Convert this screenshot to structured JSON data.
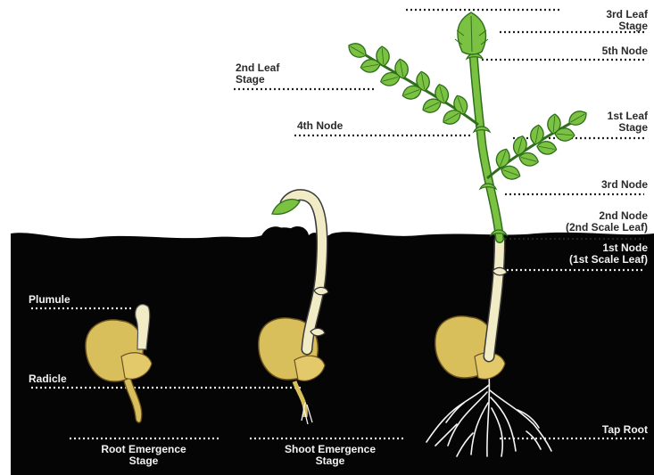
{
  "labels": {
    "third_leaf_stage": [
      "3rd Leaf",
      "Stage"
    ],
    "fifth_node": "5th Node",
    "second_leaf_stage": [
      "2nd Leaf",
      "Stage"
    ],
    "fourth_node": "4th Node",
    "first_leaf_stage": [
      "1st Leaf",
      "Stage"
    ],
    "third_node": "3rd Node",
    "second_node": [
      "2nd Node",
      "(2nd Scale Leaf)"
    ],
    "first_node": [
      "1st Node",
      "(1st Scale Leaf)"
    ],
    "plumule": "Plumule",
    "radicle": "Radicle",
    "tap_root": "Tap Root",
    "root_emergence_stage": [
      "Root Emergence",
      "Stage"
    ],
    "shoot_emergence_stage": [
      "Shoot Emergence",
      "Stage"
    ]
  },
  "colors": {
    "soil": "#050505",
    "seed": "#d9bf5c",
    "stem": "#f1ecc6",
    "leaf": "#7cc242",
    "leaf_edge": "#2f6e1c",
    "root": "#f4f4f4",
    "dark_text": "#2a2a2a",
    "light_text": "#f2f2f2"
  }
}
